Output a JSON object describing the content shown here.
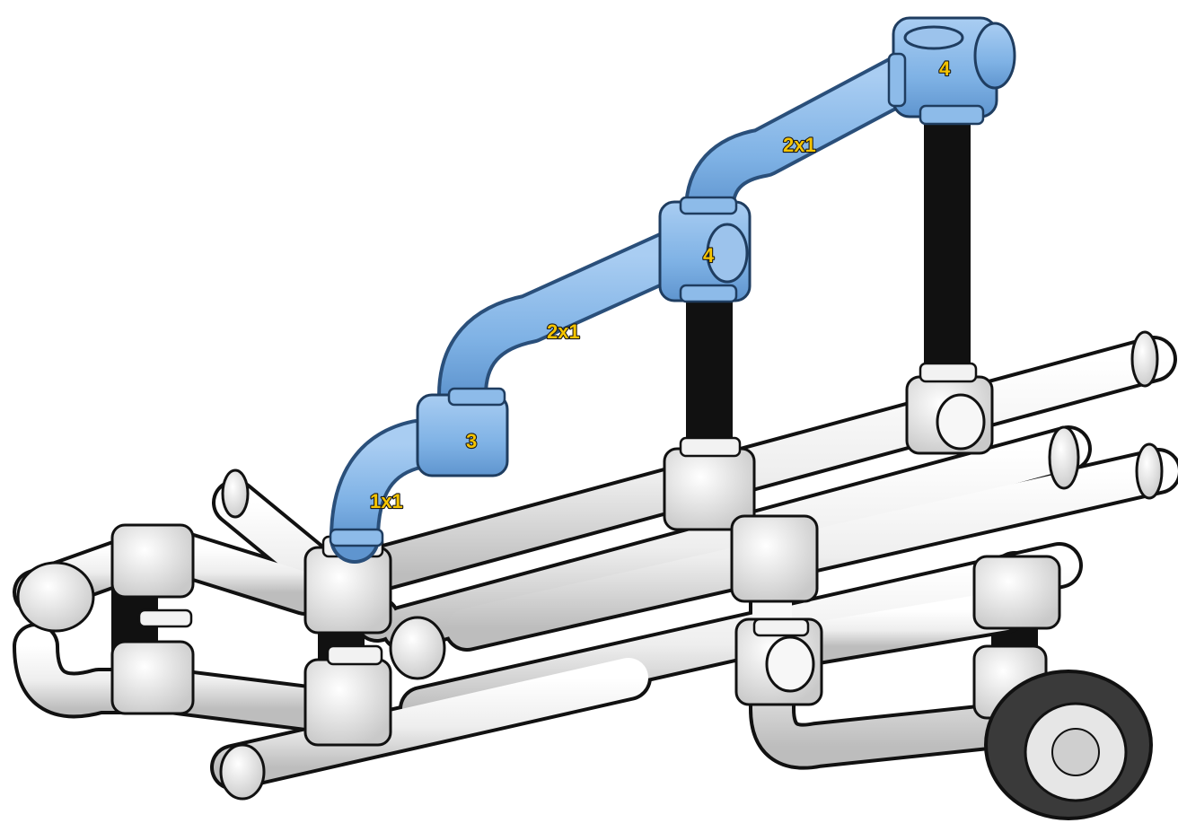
{
  "diagram": {
    "colors": {
      "highlight": "#7FB2E5",
      "highlight_edge": "#2a4f7a",
      "pipe": "#F4F4F4",
      "pipe_edge": "#111111",
      "label_fill": "#F5C400",
      "tire": "#3A3A3A"
    },
    "labels": {
      "top_connector": "4",
      "upper_pipe": "2x1",
      "middle_connector": "4",
      "lower_pipe": "2x1",
      "elbow_connector": "3",
      "short_pipe": "1x1"
    }
  }
}
